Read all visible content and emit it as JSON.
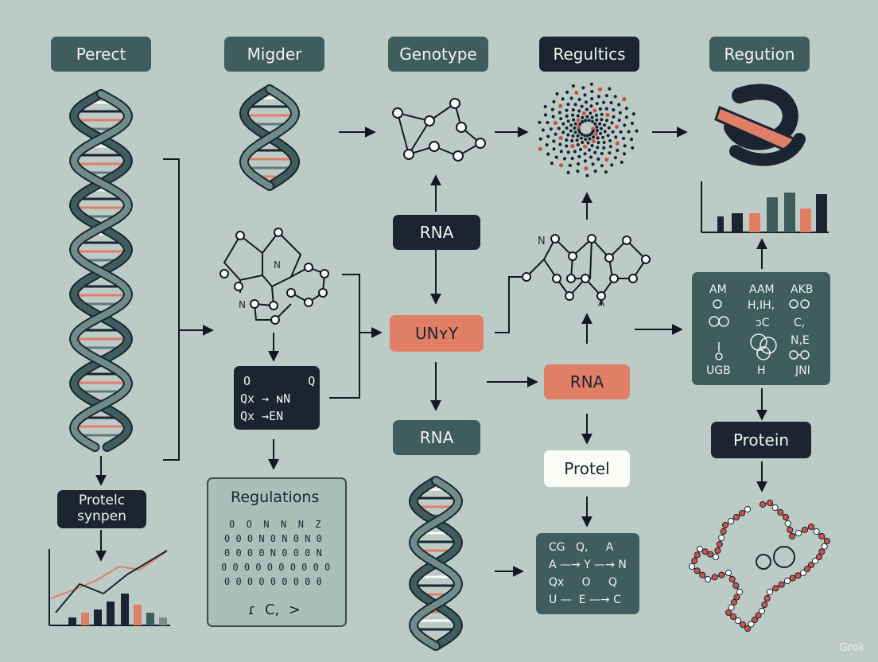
{
  "headers": [
    "Perect",
    "Migder",
    "Genotype",
    "Regultics",
    "Regution"
  ],
  "labels": {
    "rna_top": "RNA",
    "uny": "UNʏY",
    "rna_mid": "RNA",
    "rna_right": "RNA",
    "protel": "Protel",
    "protein": "Protein",
    "protelc_synpen": "Protelc synpen",
    "regulations_title": "Regulations"
  },
  "navy_panel_lines": [
    "O        Q",
    "Qx → ɴN",
    "Qx →EN"
  ],
  "regulations_lines": [
    "0  O  N  N  N  Z",
    "0 0 0 N 0 N 0 N 0",
    "0 0 0 0 N 0 0 0 N",
    "0 0 0 0 0 0 0 0 0 0",
    "0 0 0 0 0 0 0 0 0"
  ],
  "regulations_footer": "ɾ  C,  >",
  "chem_panel": {
    "row1": [
      "AM",
      "AAM",
      "AKB"
    ],
    "row2": [
      "H,IH,",
      "ɔC",
      "C,"
    ],
    "row3": [
      "N,E",
      ""
    ],
    "row4": [
      "UGB",
      "H",
      "JNI"
    ]
  },
  "bottom_panel_lines": [
    "CG   Q,     A",
    "A —→ Y —→ N",
    "Qx     O     Q",
    "U —  E —→ C"
  ],
  "molecule_labels": {
    "n_left": "N",
    "n_mid": "N",
    "n_right": "N",
    "a_bottom": "A"
  },
  "watermark": "Grok",
  "colors": {
    "background": "#bccbc6",
    "teal": "#3f5d5d",
    "navy": "#1b2532",
    "salmon": "#e07f66",
    "white": "#fbfbf8"
  }
}
